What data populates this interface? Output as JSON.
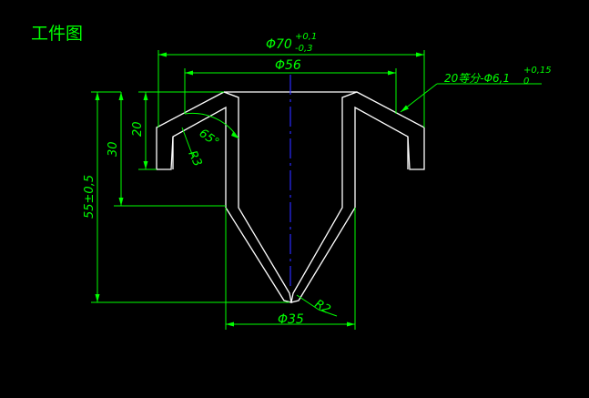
{
  "title": "工件图",
  "colors": {
    "background": "#000000",
    "outline": "#ffffff",
    "dimension": "#00ff00",
    "centerline": "#1a1aff"
  },
  "dimensions": {
    "outer_diameter": {
      "base": "Φ70",
      "upper_tol": "+0,1",
      "lower_tol": "-0,3"
    },
    "inner_diameter": "Φ56",
    "holes": {
      "base": "20等分-Φ6,1",
      "upper_tol": "+0,15",
      "lower_tol": "0"
    },
    "height_20": "20",
    "height_30": "30",
    "height_total": "55±0,5",
    "angle": "65°",
    "radius_r3": "R3",
    "radius_r2": "R2",
    "bottom_diameter": "Φ35"
  }
}
